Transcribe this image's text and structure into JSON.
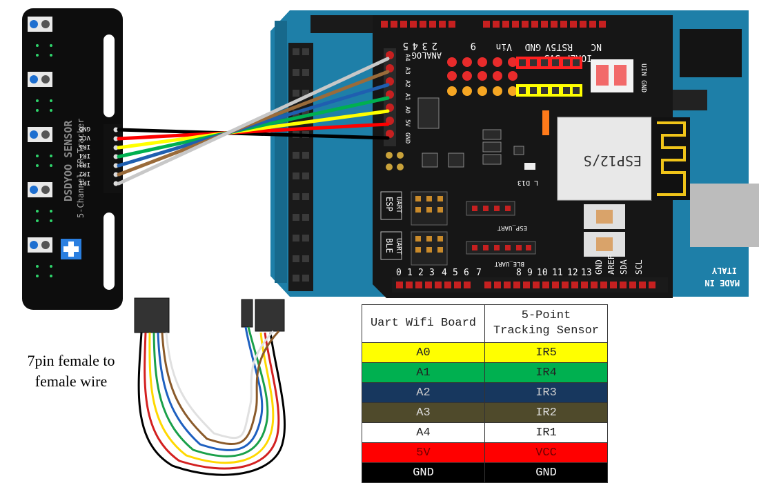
{
  "sensor": {
    "name": "DSDYOO SENSOR",
    "subtitle": "5-Channel IR Tracker",
    "pins": [
      "GND",
      "VCC",
      "IR5",
      "IR4",
      "IR3",
      "IR2",
      "IR1"
    ]
  },
  "board": {
    "top_digital": [
      "9",
      "2",
      "3",
      "4",
      "5"
    ],
    "power_labels": [
      "Vin",
      "GND",
      "5V",
      "3V3",
      "RST",
      "IOREF",
      "NC"
    ],
    "analog_title": "ANALOG",
    "analog_pins": [
      "A4",
      "A3",
      "A2",
      "A1",
      "A0",
      "5V",
      "GND"
    ],
    "module": "ESP12/S",
    "uin_gnd": "UIN GND",
    "esp_label": "ESP",
    "ble_label": "BLE",
    "uart_label": "UART",
    "esp_uart": "ESP_UART",
    "ble_uart": "BLE_UART",
    "led": "L D13",
    "bottom_digital": [
      "0",
      "1",
      "2",
      "3",
      "4",
      "5",
      "6",
      "7",
      "8",
      "9",
      "10",
      "11",
      "12",
      "13"
    ],
    "bottom_right": [
      "GND",
      "AREF",
      "SDA",
      "SCL"
    ],
    "made_in": "MADE IN",
    "italy": "ITALY"
  },
  "wire_note": [
    "7pin female to",
    "female wire"
  ],
  "colors": {
    "yellow": "#ffff00",
    "green": "#00b050",
    "navy": "#17375e",
    "olive": "#4f4a2b",
    "white": "#ffffff",
    "red": "#ff0000",
    "black": "#000000"
  },
  "table": {
    "headers": [
      "Uart Wifi Board",
      "5-Point\nTracking Sensor"
    ],
    "rows": [
      {
        "board": "A0",
        "sensor": "IR5",
        "bg": "#ffff00",
        "fg": "#222222"
      },
      {
        "board": "A1",
        "sensor": "IR4",
        "bg": "#00b050",
        "fg": "#222222"
      },
      {
        "board": "A2",
        "sensor": "IR3",
        "bg": "#17375e",
        "fg": "#cccccc"
      },
      {
        "board": "A3",
        "sensor": "IR2",
        "bg": "#4f4a2b",
        "fg": "#dddddd"
      },
      {
        "board": "A4",
        "sensor": "IR1",
        "bg": "#ffffff",
        "fg": "#222222"
      },
      {
        "board": "5V",
        "sensor": "VCC",
        "bg": "#ff0000",
        "fg": "#6a0000"
      },
      {
        "board": "GND",
        "sensor": "GND",
        "bg": "#000000",
        "fg": "#ffffff"
      }
    ]
  }
}
